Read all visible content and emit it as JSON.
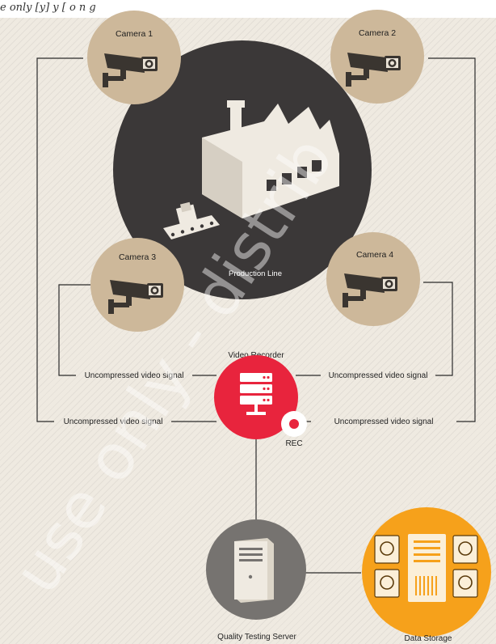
{
  "top_text": "e  only  [y] y  [ o  n  g",
  "watermark_text": "use only - distrib",
  "nodes": {
    "camera1": "Camera 1",
    "camera2": "Camera 2",
    "camera3": "Camera 3",
    "camera4": "Camera 4",
    "production_line": "Production Line",
    "video_recorder": "Video Recorder",
    "rec": "REC",
    "quality_testing_server": "Quality Testing Server",
    "data_storage": "Data Storage"
  },
  "signals": {
    "cam3_to_recorder": "Uncompressed video signal",
    "cam4_to_recorder": "Uncompressed video signal",
    "cam1_to_recorder": "Uncompressed video signal",
    "cam2_to_recorder": "Uncompressed video signal"
  },
  "colors": {
    "background": "#efeae1",
    "camera_circle": "#cdb89a",
    "production_circle": "#3b3838",
    "factory": "#efeae1",
    "recorder": "#e8243d",
    "server_circle": "#767370",
    "storage_circle": "#f6a11b",
    "connector": "#2b2b2b"
  }
}
